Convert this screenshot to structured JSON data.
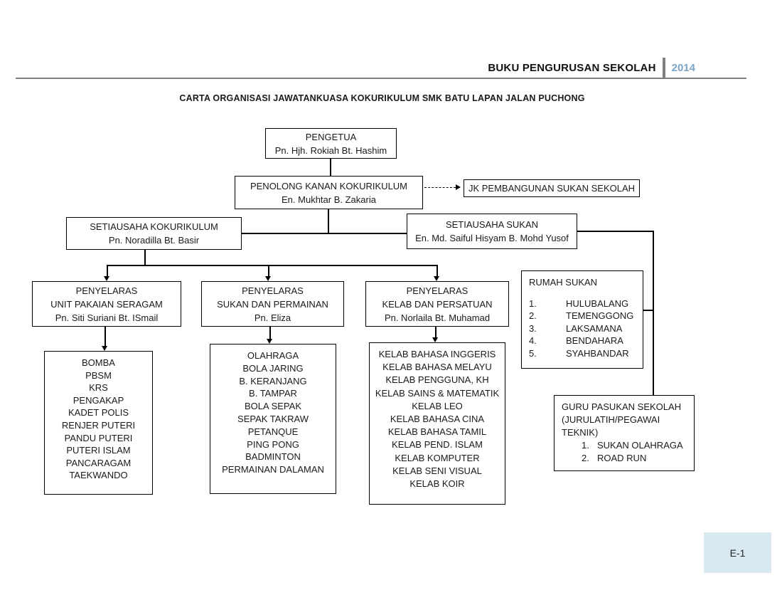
{
  "header": {
    "book_title": "BUKU PENGURUSAN SEKOLAH",
    "year": "2014",
    "year_color": "#7ba4c7",
    "rule_color": "#7f7f7f"
  },
  "page": {
    "title": "CARTA ORGANISASI JAWATANKUASA KOKURIKULUM SMK BATU LAPAN JALAN PUCHONG",
    "page_label": "E-1",
    "page_label_bg": "#d8e9f2"
  },
  "nodes": {
    "pengetua": {
      "title": "PENGETUA",
      "name": "Pn. Hjh. Rokiah Bt. Hashim"
    },
    "penolong_kanan": {
      "title": "PENOLONG KANAN KOKURIKULUM",
      "name": "En. Mukhtar B. Zakaria"
    },
    "jk_pembangunan_sukan": {
      "title": "JK PEMBANGUNAN SUKAN SEKOLAH"
    },
    "setiausaha_kokurikulum": {
      "title": "SETIAUSAHA KOKURIKULUM",
      "name": "Pn. Noradilla Bt. Basir"
    },
    "setiausaha_sukan": {
      "title": "SETIAUSAHA SUKAN",
      "name": "En. Md. Saiful Hisyam B. Mohd Yusof"
    },
    "penyelaras_unit_pakaian_seragam": {
      "title": "PENYELARAS",
      "subtitle": "UNIT PAKAIAN SERAGAM",
      "name": "Pn. Siti Suriani Bt. ISmail"
    },
    "penyelaras_sukan_permainan": {
      "title": "PENYELARAS",
      "subtitle": "SUKAN DAN PERMAINAN",
      "name": "Pn. Eliza"
    },
    "penyelaras_kelab_persatuan": {
      "title": "PENYELARAS",
      "subtitle": "KELAB DAN PERSATUAN",
      "name": "Pn. Norlaila Bt. Muhamad"
    },
    "rumah_sukan": {
      "title": "RUMAH SUKAN",
      "numbers": [
        "1.",
        "2.",
        "3.",
        "4.",
        "5."
      ],
      "items": [
        "HULUBALANG",
        "TEMENGGONG",
        "LAKSAMANA",
        "BENDAHARA",
        "SYAHBANDAR"
      ]
    },
    "unit_pakaian_list": {
      "items": [
        "BOMBA",
        "PBSM",
        "KRS",
        "PENGAKAP",
        "KADET POLIS",
        "RENJER PUTERI",
        "PANDU PUTERI",
        "PUTERI ISLAM",
        "PANCARAGAM",
        "TAEKWANDO"
      ]
    },
    "sukan_permainan_list": {
      "items": [
        "OLAHRAGA",
        "BOLA JARING",
        "B. KERANJANG",
        "B. TAMPAR",
        "BOLA SEPAK",
        "SEPAK TAKRAW",
        "PETANQUE",
        "PING PONG",
        "BADMINTON",
        "PERMAINAN DALAMAN"
      ]
    },
    "kelab_persatuan_list": {
      "items": [
        "KELAB BAHASA INGGERIS",
        "KELAB BAHASA MELAYU",
        "KELAB PENGGUNA, KH",
        "KELAB SAINS & MATEMATIK",
        "KELAB LEO",
        "KELAB BAHASA CINA",
        "KELAB BAHASA TAMIL",
        "KELAB PEND. ISLAM",
        "KELAB KOMPUTER",
        "KELAB SENI VISUAL",
        "KELAB KOIR"
      ]
    },
    "guru_pasukan": {
      "lines": [
        "GURU PASUKAN SEKOLAH",
        "(JURULATIH/PEGAWAI",
        "TEKNIK)"
      ],
      "numbers": [
        "1.",
        "2."
      ],
      "items": [
        "SUKAN OLAHRAGA",
        "ROAD RUN"
      ]
    }
  }
}
